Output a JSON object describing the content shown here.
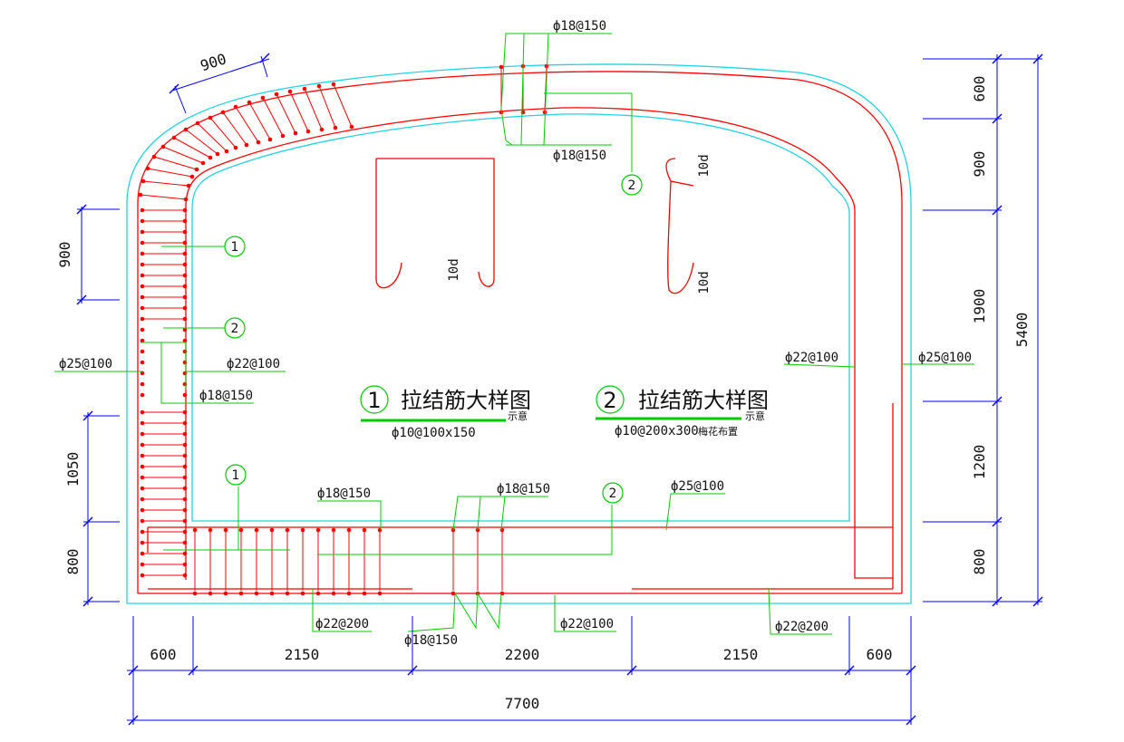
{
  "colors": {
    "concrete_outline": "#22d3e6",
    "rebar": "#ff0000",
    "leader": "#00cc00",
    "dimension": "#0000ff",
    "text": "#111111"
  },
  "dimensions": {
    "bottom": {
      "segments": [
        "600",
        "2150",
        "2200",
        "2150",
        "600"
      ],
      "total": "7700"
    },
    "right": {
      "segments": [
        "600",
        "900",
        "1900",
        "1200",
        "800"
      ],
      "total": "5400"
    },
    "left": {
      "upper": "900",
      "middle": "1050",
      "lower": "800"
    },
    "haunch": "900"
  },
  "rebar_labels": {
    "top_outer": "ф18@150",
    "top_inner": "ф18@150",
    "left_outer": "ф25@100",
    "left_inner": "ф22@100",
    "left_tie": "ф18@150",
    "right_inner": "ф22@100",
    "right_outer": "ф25@100",
    "bottom_tie_left": "ф18@150",
    "bottom_tie_mid": "ф18@150",
    "bottom_top_bar": "ф25@100",
    "bottom_bar_1": "ф22@200",
    "bottom_bar_2": "ф18@150",
    "bottom_bar_3": "ф22@100",
    "bottom_bar_4": "ф22@200"
  },
  "markers": {
    "one": "1",
    "two": "2"
  },
  "hook_labels": {
    "a": "10d",
    "b": "10d",
    "c": "10d"
  },
  "legend": {
    "tie1": {
      "number": "1",
      "title": "拉结筋大样图",
      "note": "示意",
      "spec": "ф10@100x150"
    },
    "tie2": {
      "number": "2",
      "title": "拉结筋大样图",
      "note": "示意",
      "spec": "ф10@200x300",
      "spec_note": "梅花布置"
    }
  }
}
